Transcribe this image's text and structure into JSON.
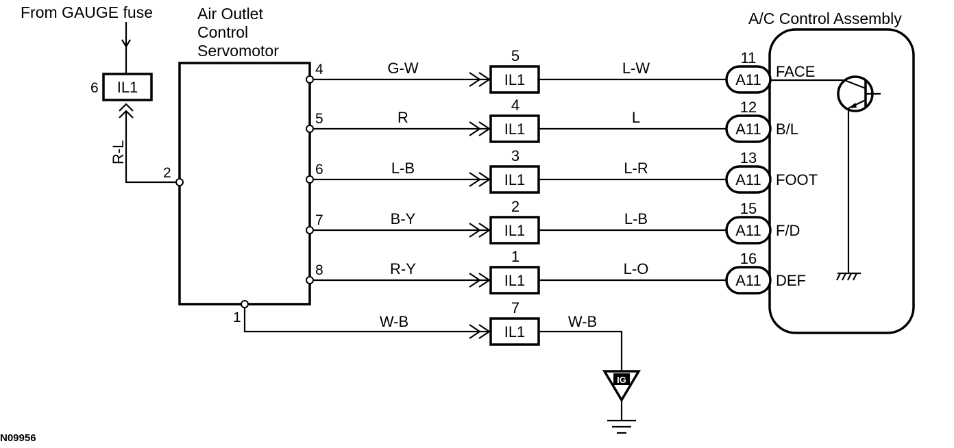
{
  "diagram": {
    "fuse_label": "From GAUGE fuse",
    "servo_title": [
      "Air Outlet",
      "Control",
      "Servomotor"
    ],
    "ac_title": "A/C Control Assembly",
    "figure_id": "N09956",
    "feed": {
      "connector": "IL1",
      "pin": "6",
      "wire": "R-L",
      "servo_pin": "2"
    },
    "signal_lines": [
      {
        "servo_pin": "4",
        "wire_in": "G-W",
        "il_pin": "5",
        "il": "IL1",
        "wire_out": "L-W",
        "a_pin": "11",
        "a": "A11",
        "func": "FACE"
      },
      {
        "servo_pin": "5",
        "wire_in": "R",
        "il_pin": "4",
        "il": "IL1",
        "wire_out": "L",
        "a_pin": "12",
        "a": "A11",
        "func": "B/L"
      },
      {
        "servo_pin": "6",
        "wire_in": "L-B",
        "il_pin": "3",
        "il": "IL1",
        "wire_out": "L-R",
        "a_pin": "13",
        "a": "A11",
        "func": "FOOT"
      },
      {
        "servo_pin": "7",
        "wire_in": "B-Y",
        "il_pin": "2",
        "il": "IL1",
        "wire_out": "L-B",
        "a_pin": "15",
        "a": "A11",
        "func": "F/D"
      },
      {
        "servo_pin": "8",
        "wire_in": "R-Y",
        "il_pin": "1",
        "il": "IL1",
        "wire_out": "L-O",
        "a_pin": "16",
        "a": "A11",
        "func": "DEF"
      }
    ],
    "ground_line": {
      "servo_pin": "1",
      "wire_in": "W-B",
      "il_pin": "7",
      "il": "IL1",
      "wire_out": "W-B",
      "ground_point": "IG"
    }
  }
}
